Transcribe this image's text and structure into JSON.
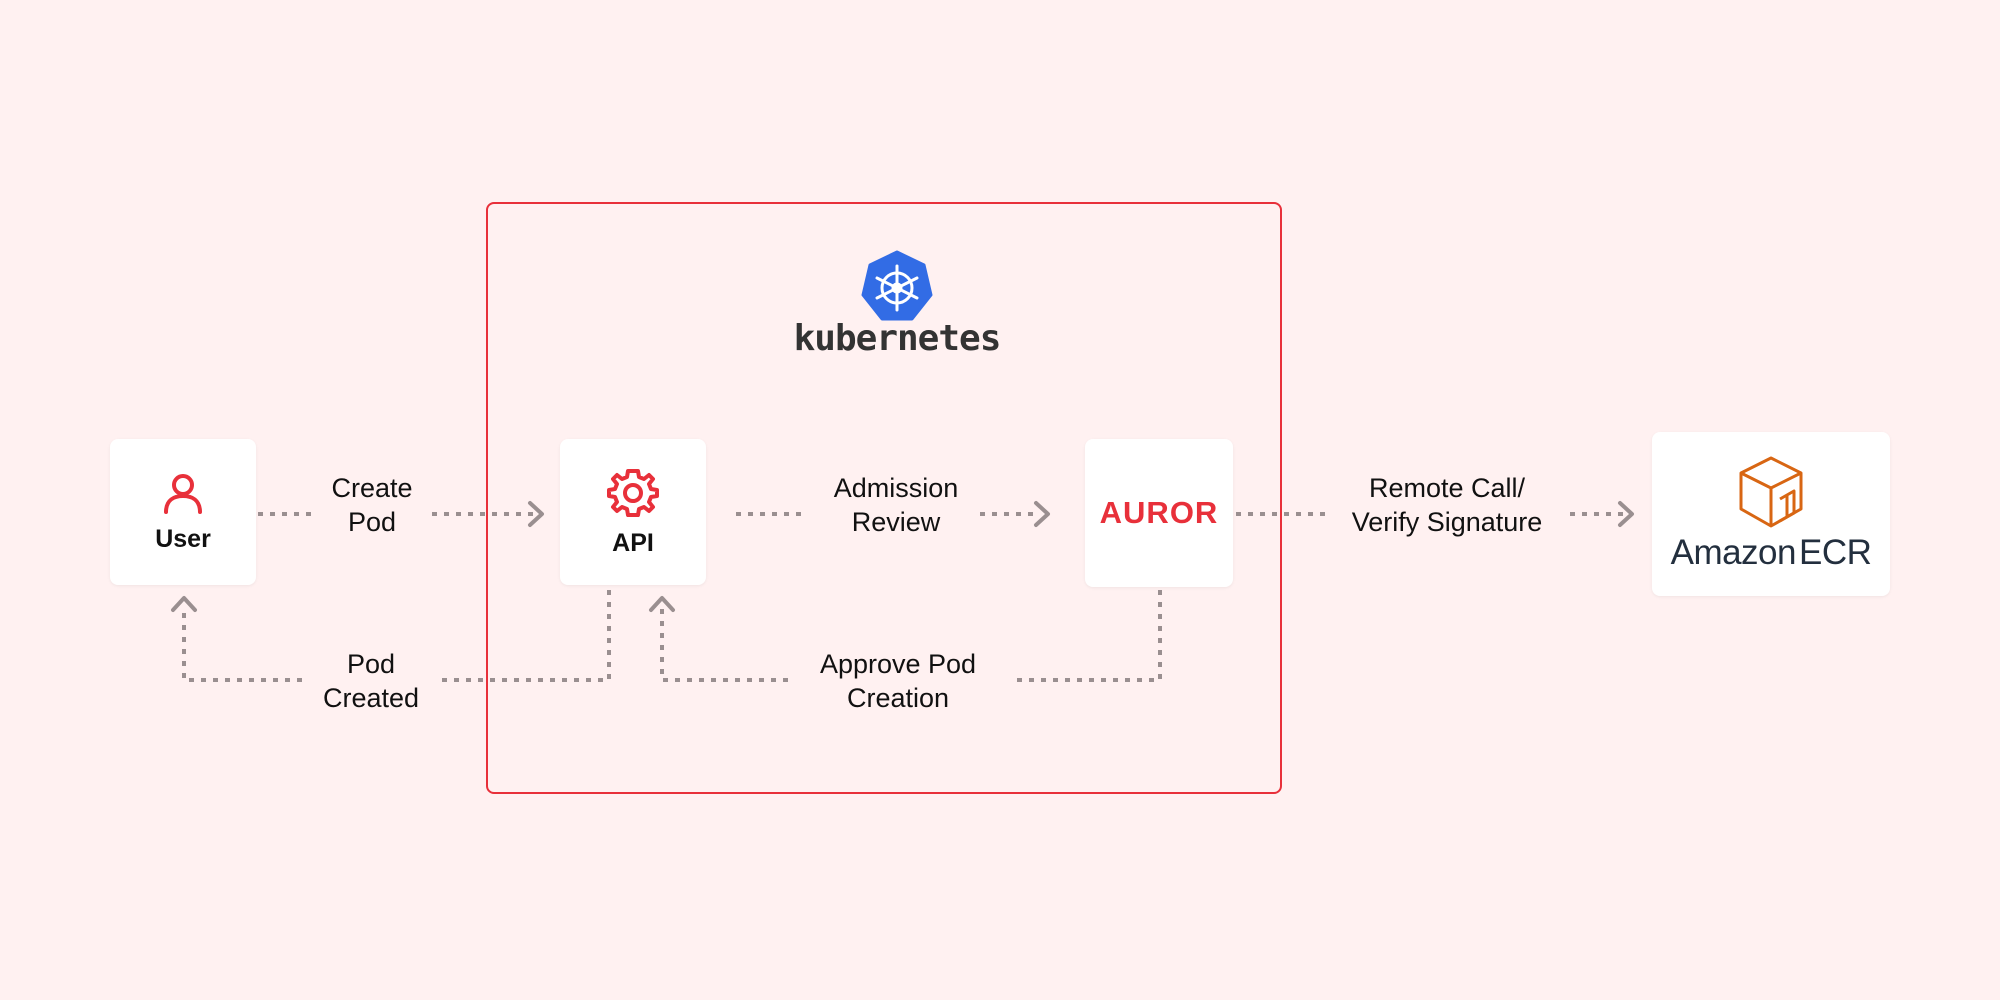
{
  "diagram": {
    "kubernetes": {
      "wordmark": "kubernetes"
    },
    "nodes": {
      "user": {
        "label": "User",
        "icon": "user-icon"
      },
      "api": {
        "label": "API",
        "icon": "gear-icon"
      },
      "auror": {
        "label": "AUROR"
      },
      "ecr": {
        "brand": "Amazon",
        "product": "ECR",
        "icon": "ecr-cube-icon"
      }
    },
    "edges": {
      "create_pod": {
        "line1": "Create",
        "line2": "Pod"
      },
      "admission_review": {
        "line1": "Admission",
        "line2": "Review"
      },
      "remote_call": {
        "line1": "Remote Call/",
        "line2": "Verify Signature"
      },
      "pod_created": {
        "line1": "Pod",
        "line2": "Created"
      },
      "approve_pod": {
        "line1": "Approve Pod",
        "line2": "Creation"
      }
    },
    "colors": {
      "background": "#fff1f1",
      "accent": "#e8303a",
      "connector": "#9a8f90",
      "kubernetes_blue": "#326ce5",
      "ecr_orange": "#d86613"
    }
  }
}
